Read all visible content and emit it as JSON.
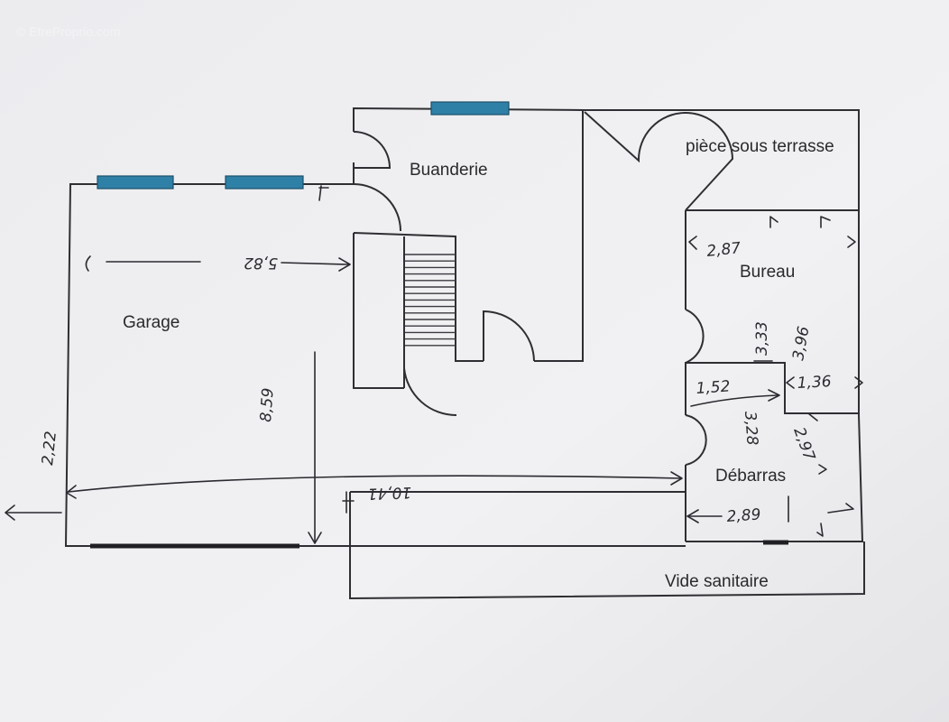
{
  "watermark": "© EtreProprio.com",
  "rooms": {
    "buanderie": "Buanderie",
    "piece_sous_terrasse": "pièce sous terrasse",
    "bureau": "Bureau",
    "garage": "Garage",
    "debarras": "Débarras",
    "vide_sanitaire": "Vide sanitaire"
  },
  "dimensions": {
    "bureau_top": "2,87",
    "bureau_height_a": "3,33",
    "bureau_height_b": "3,96",
    "passage_left": "1,52",
    "passage_right": "1,36",
    "passage_depth": "3,28",
    "debarras_depth": "2,97",
    "debarras_width": "2,89",
    "garage_width": "5,82",
    "garage_depth": "8,59",
    "overall_width": "10,41",
    "left_height": "2,22"
  },
  "colors": {
    "paper": "#efeff1",
    "window": "#2f80a7",
    "wall": "#2e2e33"
  }
}
